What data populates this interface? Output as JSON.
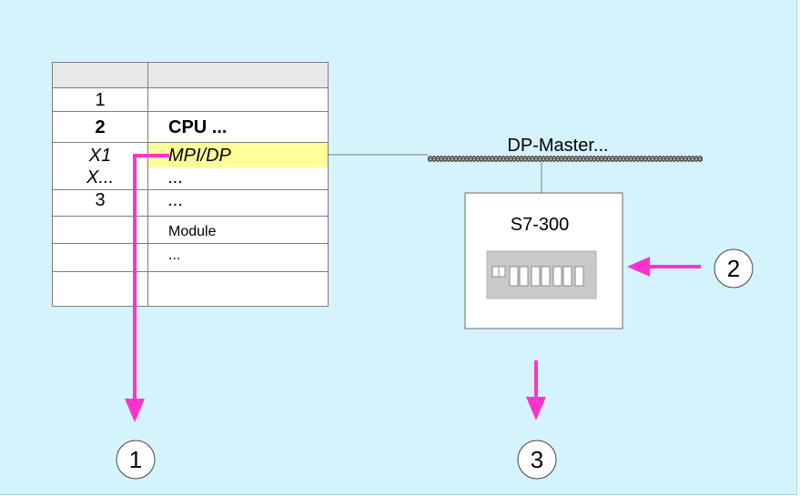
{
  "rack": {
    "rows": [
      {
        "slot": "",
        "module": ""
      },
      {
        "slot": "1",
        "module": ""
      },
      {
        "slot": "2",
        "module": "CPU ..."
      },
      {
        "slot": "X1",
        "module": "MPI/DP"
      },
      {
        "slot": "X...",
        "module": "..."
      },
      {
        "slot": "3",
        "module": "..."
      },
      {
        "slot": "",
        "module": "Module"
      },
      {
        "slot": "",
        "module": "..."
      },
      {
        "slot": "",
        "module": ""
      }
    ]
  },
  "network": {
    "label": "DP-Master..."
  },
  "station": {
    "label": "S7-300"
  },
  "callouts": {
    "one": "1",
    "two": "2",
    "three": "3"
  },
  "colors": {
    "background": "#d5f3fc",
    "arrow": "#ff33cc",
    "highlight": "#ffff99"
  }
}
